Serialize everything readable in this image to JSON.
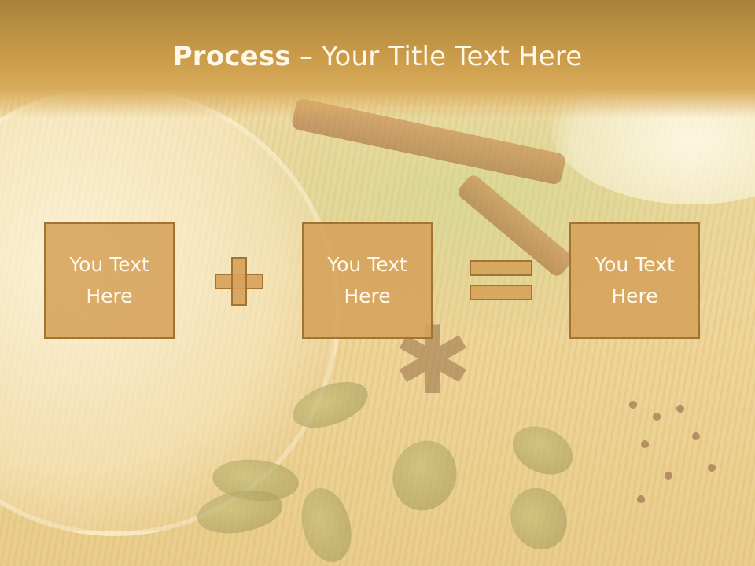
{
  "title": {
    "bold": "Process",
    "rest": " – Your Title Text Here"
  },
  "boxes": [
    {
      "line1": "You Text",
      "line2": "Here"
    },
    {
      "line1": "You Text",
      "line2": "Here"
    },
    {
      "line1": "You Text",
      "line2": "Here"
    }
  ],
  "colors": {
    "header": "#c89a48",
    "box_fill": "#d6a25a",
    "box_border": "#a27432",
    "text": "#fffaf0"
  }
}
